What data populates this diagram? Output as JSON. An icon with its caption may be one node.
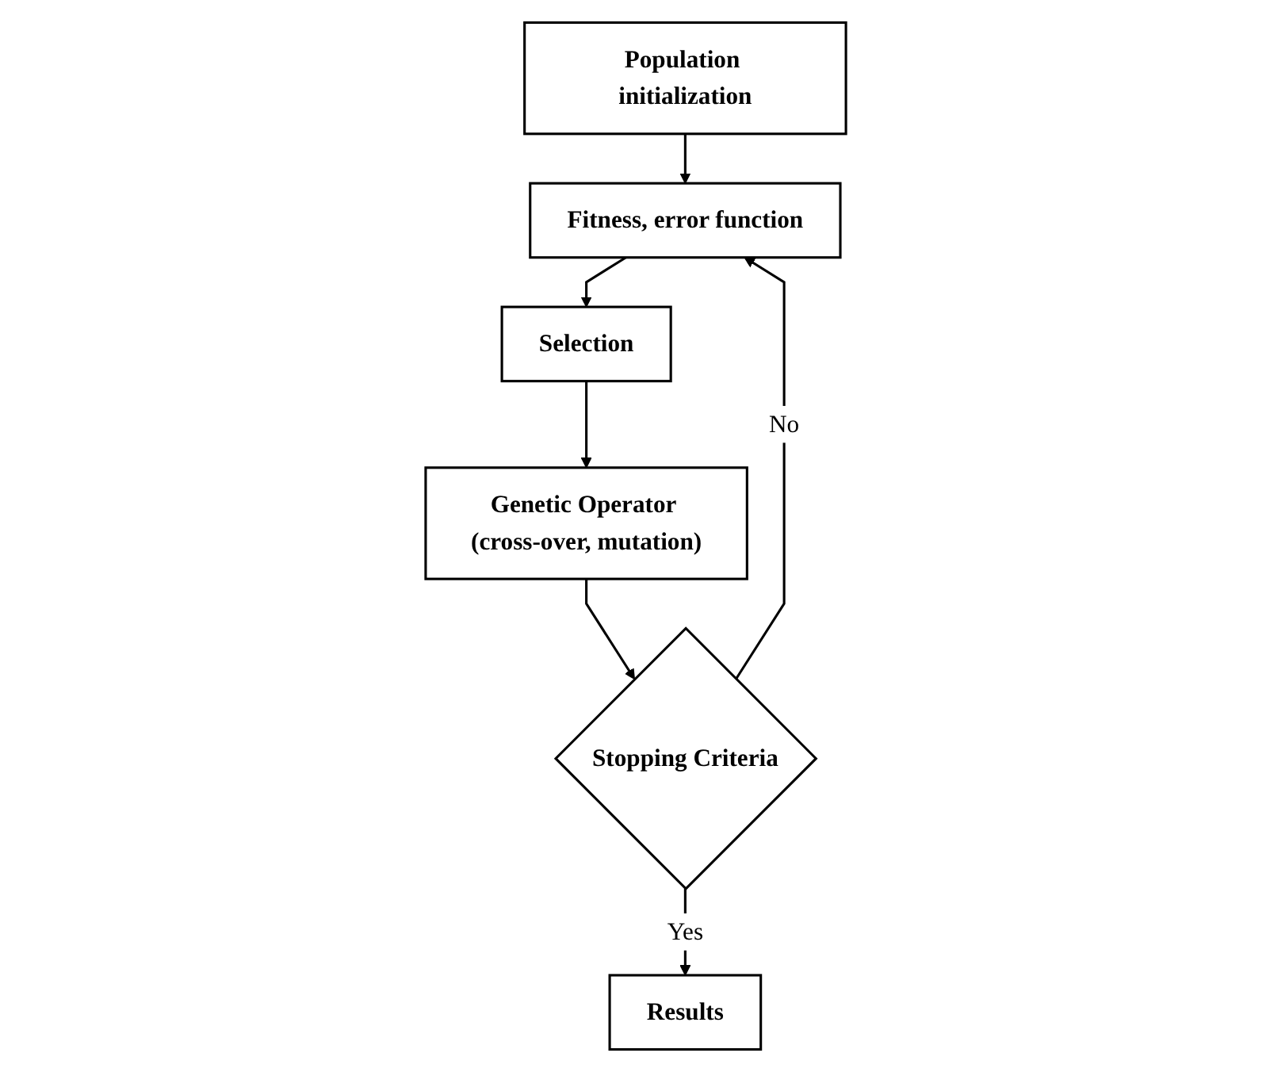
{
  "diagram": {
    "nodes": [
      {
        "text": [
          "Population initialization"
        ]
      },
      {
        "text": [
          "Fitness, error function"
        ]
      },
      {
        "text": [
          "Selection"
        ]
      },
      {
        "text": [
          "Genetic Operator (cross-over, mutation)"
        ]
      },
      {
        "text": [
          "Stopping Criteria"
        ]
      },
      {
        "text": [
          "Results"
        ]
      }
    ],
    "edges": [
      {
        "from": 0,
        "to": 1,
        "arrow": "to"
      },
      {
        "from": 1,
        "to": 2,
        "arrow": "to"
      },
      {
        "from": 2,
        "to": 3,
        "arrow": "to"
      },
      {
        "from": 3,
        "to": 4,
        "arrow": "to"
      },
      {
        "from": 4,
        "to": 1,
        "label": "No",
        "arrow": "to"
      },
      {
        "from": 4,
        "to": 5,
        "label": "Yes",
        "arrow": "to"
      }
    ]
  }
}
